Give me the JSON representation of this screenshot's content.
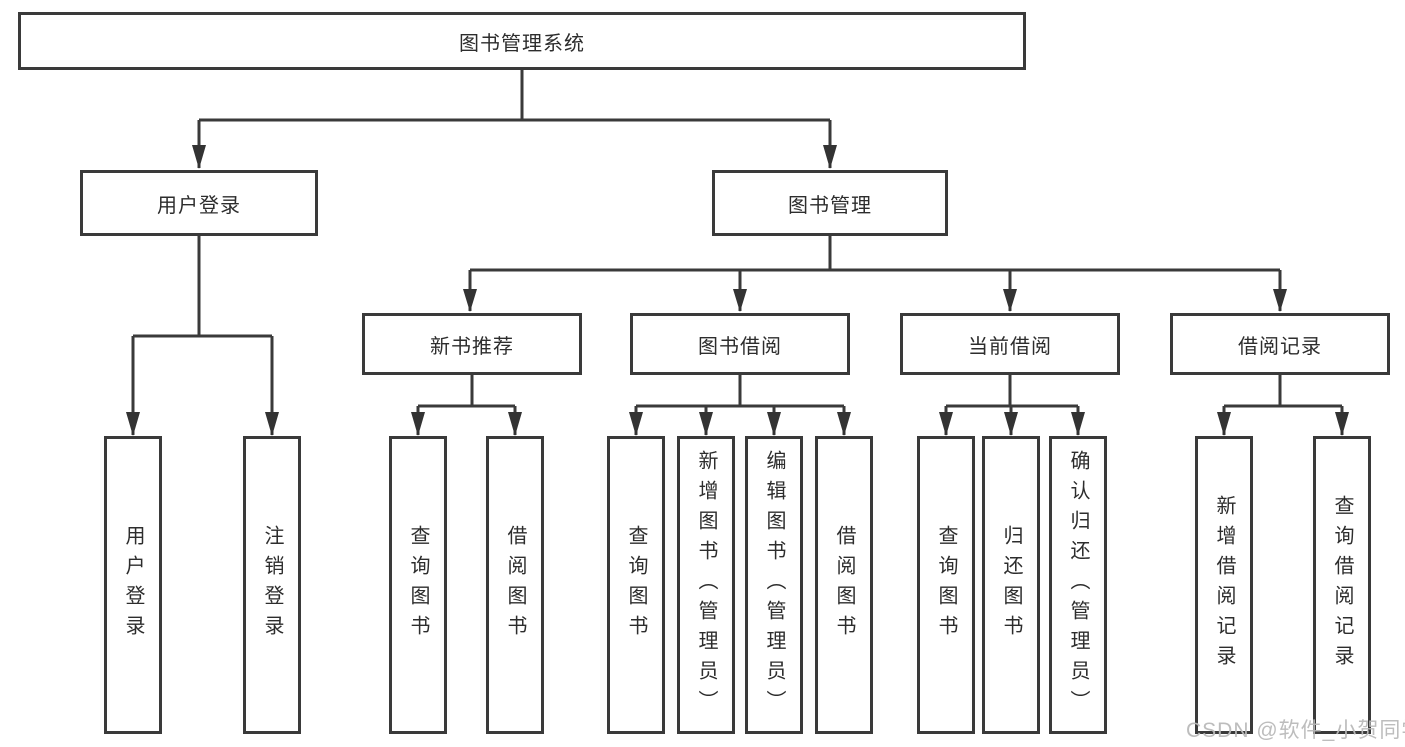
{
  "diagram": {
    "title": "图书管理系统",
    "children": [
      {
        "label": "用户登录",
        "children": [
          {
            "label": "用户登录"
          },
          {
            "label": "注销登录"
          }
        ]
      },
      {
        "label": "图书管理",
        "children": [
          {
            "label": "新书推荐",
            "children": [
              {
                "label": "查询图书"
              },
              {
                "label": "借阅图书"
              }
            ]
          },
          {
            "label": "图书借阅",
            "children": [
              {
                "label": "查询图书"
              },
              {
                "label": "新增图书（管理员）"
              },
              {
                "label": "编辑图书（管理员）"
              },
              {
                "label": "借阅图书"
              }
            ]
          },
          {
            "label": "当前借阅",
            "children": [
              {
                "label": "查询图书"
              },
              {
                "label": "归还图书"
              },
              {
                "label": "确认归还（管理员）"
              }
            ]
          },
          {
            "label": "借阅记录",
            "children": [
              {
                "label": "新增借阅记录"
              },
              {
                "label": "查询借阅记录"
              }
            ]
          }
        ]
      }
    ]
  },
  "watermark": {
    "text": "CSDN @软件_小贺同学"
  },
  "colors": {
    "line": "#3a3a3a",
    "arrow_fill": "#333333",
    "box_background": "#ffffff",
    "text": "#2d2d2d",
    "watermark": "#b9b9b9"
  }
}
